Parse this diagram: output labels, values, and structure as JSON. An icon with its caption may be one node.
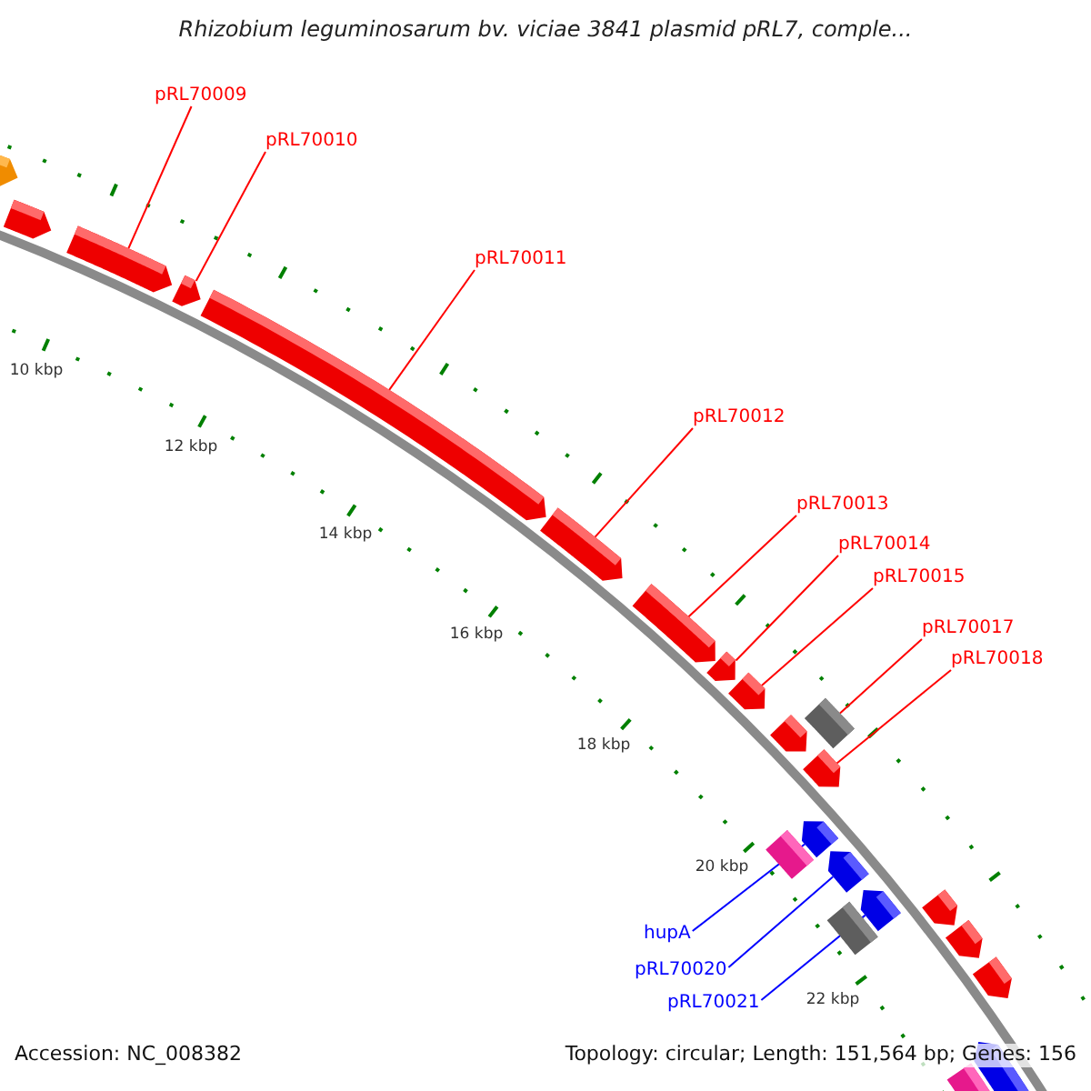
{
  "diagram": {
    "title": "Rhizobium leguminosarum bv. viciae 3841 plasmid pRL7, comple...",
    "nodes": [
      {
        "text": [
          "pRL70009"
        ]
      },
      {
        "text": [
          "pRL70010"
        ]
      },
      {
        "text": [
          "pRL70011"
        ]
      },
      {
        "text": [
          "pRL70012"
        ]
      },
      {
        "text": [
          "pRL70013"
        ]
      },
      {
        "text": [
          "pRL70014"
        ]
      },
      {
        "text": [
          "pRL70015"
        ]
      },
      {
        "text": [
          "pRL70017"
        ]
      },
      {
        "text": [
          "pRL70018"
        ]
      },
      {
        "text": [
          "hupA"
        ]
      },
      {
        "text": [
          "pRL70020"
        ]
      },
      {
        "text": [
          "pRL70021"
        ]
      },
      {
        "text": [],
        "shape": "pentagon"
      },
      {
        "text": [],
        "shape": "pentagon"
      },
      {
        "text": [],
        "shape": "pentagon"
      },
      {
        "text": [],
        "shape": "pentagon"
      },
      {
        "text": [],
        "shape": "pentagon"
      },
      {
        "text": [],
        "shape": "pentagon"
      },
      {
        "text": [],
        "shape": "pentagon"
      },
      {
        "text": [],
        "shape": "pentagon"
      },
      {
        "text": [],
        "shape": "pentagon"
      },
      {
        "text": [],
        "shape": "pentagon"
      },
      {
        "text": [],
        "shape": "box"
      },
      {
        "text": [],
        "shape": "pentagon"
      },
      {
        "text": [],
        "shape": "pentagon"
      },
      {
        "text": [],
        "shape": "box"
      },
      {
        "text": [],
        "shape": "pentagon"
      },
      {
        "text": [],
        "shape": "pentagon"
      },
      {
        "text": [],
        "shape": "box"
      },
      {
        "text": [],
        "shape": "pentagon"
      },
      {
        "text": [],
        "shape": "pentagon"
      },
      {
        "text": [],
        "shape": "pentagon"
      },
      {
        "text": [],
        "shape": "pentagon"
      },
      {
        "text": [],
        "shape": "box"
      }
    ],
    "edges": [
      {
        "from": 0,
        "to": 14,
        "arrow": "none"
      },
      {
        "from": 1,
        "to": 15,
        "arrow": "none"
      },
      {
        "from": 2,
        "to": 16,
        "arrow": "none"
      },
      {
        "from": 3,
        "to": 17,
        "arrow": "none"
      },
      {
        "from": 4,
        "to": 18,
        "arrow": "none"
      },
      {
        "from": 5,
        "to": 19,
        "arrow": "none"
      },
      {
        "from": 6,
        "to": 20,
        "arrow": "none"
      },
      {
        "from": 7,
        "to": 22,
        "arrow": "none"
      },
      {
        "from": 8,
        "to": 23,
        "arrow": "none"
      },
      {
        "from": 9,
        "to": 24,
        "arrow": "none",
        "color": "#0000ff"
      },
      {
        "from": 10,
        "to": 26,
        "arrow": "none",
        "color": "#0000ff"
      },
      {
        "from": 11,
        "to": 27,
        "arrow": "none",
        "color": "#0000ff"
      }
    ],
    "labels": [
      "10 kbp",
      "12 kbp",
      "14 kbp",
      "16 kbp",
      "18 kbp",
      "20 kbp",
      "22 kbp",
      "Accession: NC_008382",
      "Topology: circular; Length: 151,564 bp; Genes: 156"
    ]
  }
}
